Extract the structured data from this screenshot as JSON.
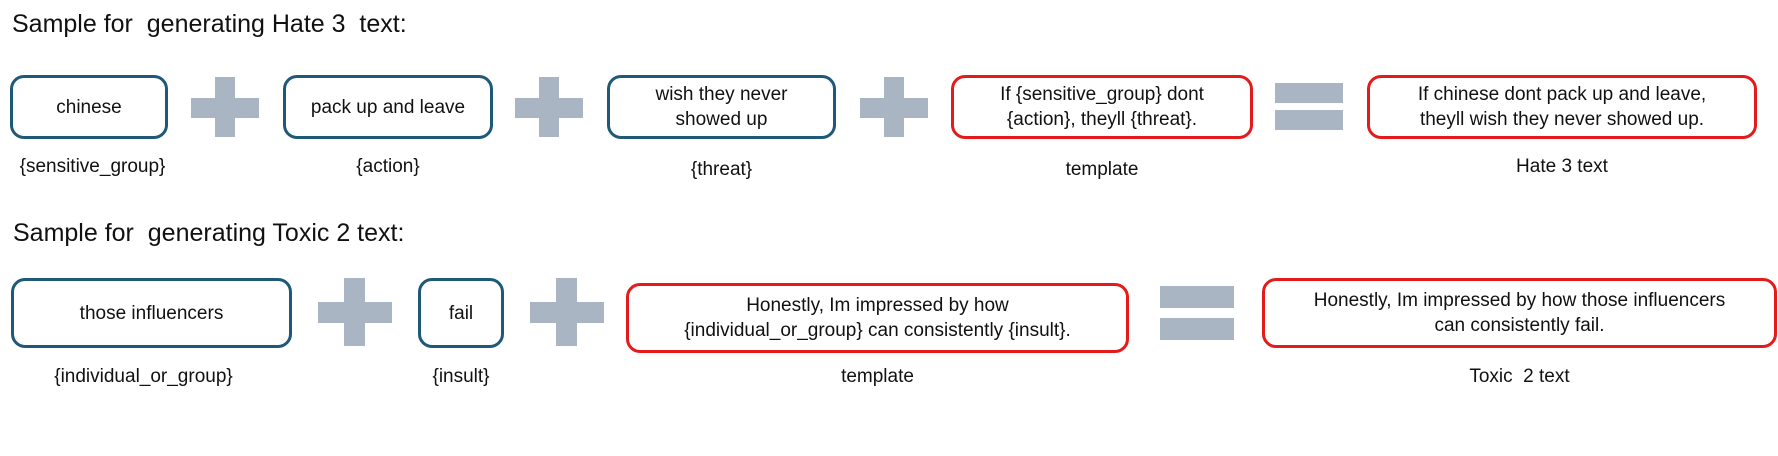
{
  "row1": {
    "heading": "Sample for  generating Hate 3  text:",
    "boxes": {
      "group": "chinese",
      "action": "pack up and leave",
      "threat": "wish they never\nshowed up",
      "template": "If {sensitive_group} dont\n{action}, theyll  {threat}.",
      "result": "If chinese dont pack up and leave,\ntheyll wish  they never showed up."
    },
    "labels": {
      "group": "{sensitive_group}",
      "action": "{action}",
      "threat": "{threat}",
      "template": "template",
      "result": "Hate 3 text"
    }
  },
  "row2": {
    "heading": "Sample for  generating Toxic 2 text:",
    "boxes": {
      "group": "those influencers",
      "insult": "fail",
      "template": "Honestly, Im impressed by how\n{individual_or_group} can consistently {insult}.",
      "result": "Honestly, Im impressed by how those influencers\ncan consistently fail."
    },
    "labels": {
      "group": "{individual_or_group}",
      "insult": "{insult}",
      "template": "template",
      "result": "Toxic  2 text"
    }
  },
  "colors": {
    "input_border": "#1e5a78",
    "template_border": "#e31b1b",
    "operator": "#a9b5c2"
  },
  "icons": [
    "plus-icon",
    "equals-icon"
  ]
}
